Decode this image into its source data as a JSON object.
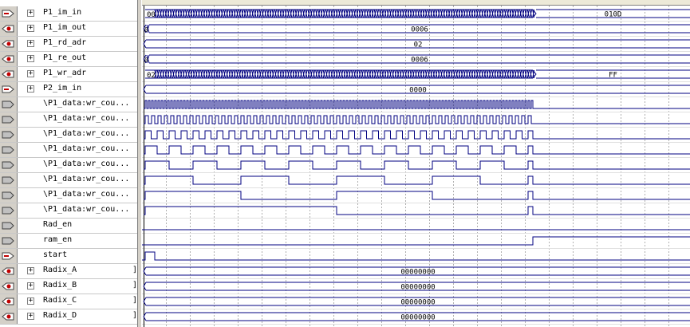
{
  "colors": {
    "wave": "#000080",
    "grid": "#b0b0b0",
    "panel": "#d4d0c8"
  },
  "signals": [
    {
      "name": "P1_im_in",
      "bus": true,
      "dir": "in",
      "icon": "input-pin-icon",
      "type": "bus-dense",
      "first": "00",
      "value": "010D"
    },
    {
      "name": "P1_im_out",
      "bus": true,
      "dir": "out",
      "icon": "output-pin-icon",
      "type": "bus-few",
      "first": "0",
      "value": "0006"
    },
    {
      "name": "P1_rd_adr",
      "bus": true,
      "dir": "out",
      "icon": "output-pin-icon",
      "type": "bus-const",
      "value": "02"
    },
    {
      "name": "P1_re_out",
      "bus": true,
      "dir": "out",
      "icon": "output-pin-icon",
      "type": "bus-few",
      "first": "0",
      "value": "0006"
    },
    {
      "name": "P1_wr_adr",
      "bus": true,
      "dir": "out",
      "icon": "output-pin-icon",
      "type": "bus-dense",
      "first": "02",
      "value": "FF"
    },
    {
      "name": "P2_im_in",
      "bus": true,
      "dir": "in",
      "icon": "input-pin-icon",
      "type": "bus-const",
      "value": "0000"
    },
    {
      "name": "\\P1_data:wr_cou...",
      "bus": false,
      "dir": "int",
      "icon": "node-icon",
      "type": "clk",
      "period": 4
    },
    {
      "name": "\\P1_data:wr_cou...",
      "bus": false,
      "dir": "int",
      "icon": "node-icon",
      "type": "clk",
      "period": 8
    },
    {
      "name": "\\P1_data:wr_cou...",
      "bus": false,
      "dir": "int",
      "icon": "node-icon",
      "type": "clk",
      "period": 15
    },
    {
      "name": "\\P1_data:wr_cou...",
      "bus": false,
      "dir": "int",
      "icon": "node-icon",
      "type": "clk",
      "period": 30
    },
    {
      "name": "\\P1_data:wr_cou...",
      "bus": false,
      "dir": "int",
      "icon": "node-icon",
      "type": "clk",
      "period": 60
    },
    {
      "name": "\\P1_data:wr_cou...",
      "bus": false,
      "dir": "int",
      "icon": "node-icon",
      "type": "clk",
      "period": 120
    },
    {
      "name": "\\P1_data:wr_cou...",
      "bus": false,
      "dir": "int",
      "icon": "node-icon",
      "type": "clk",
      "period": 240
    },
    {
      "name": "\\P1_data:wr_cou...",
      "bus": false,
      "dir": "int",
      "icon": "node-icon",
      "type": "clk",
      "period": 480
    },
    {
      "name": "Rad_en",
      "bus": false,
      "dir": "int",
      "icon": "node-icon",
      "type": "low"
    },
    {
      "name": "ram_en",
      "bus": false,
      "dir": "int",
      "icon": "node-icon",
      "type": "step",
      "at": 490
    },
    {
      "name": "start",
      "bus": false,
      "dir": "in",
      "icon": "input-pin-icon",
      "type": "pulse"
    },
    {
      "name": "Radix_A",
      "bus": true,
      "dir": "out",
      "icon": "output-pin-icon",
      "type": "bus-const",
      "value": "00000000",
      "bracket": "]"
    },
    {
      "name": "Radix_B",
      "bus": true,
      "dir": "out",
      "icon": "output-pin-icon",
      "type": "bus-const",
      "value": "00000000",
      "bracket": "]"
    },
    {
      "name": "Radix_C",
      "bus": true,
      "dir": "out",
      "icon": "output-pin-icon",
      "type": "bus-const",
      "value": "00000000",
      "bracket": "]"
    },
    {
      "name": "Radix_D",
      "bus": true,
      "dir": "out",
      "icon": "output-pin-icon",
      "type": "bus-const",
      "value": "00000000",
      "bracket": "]"
    }
  ]
}
